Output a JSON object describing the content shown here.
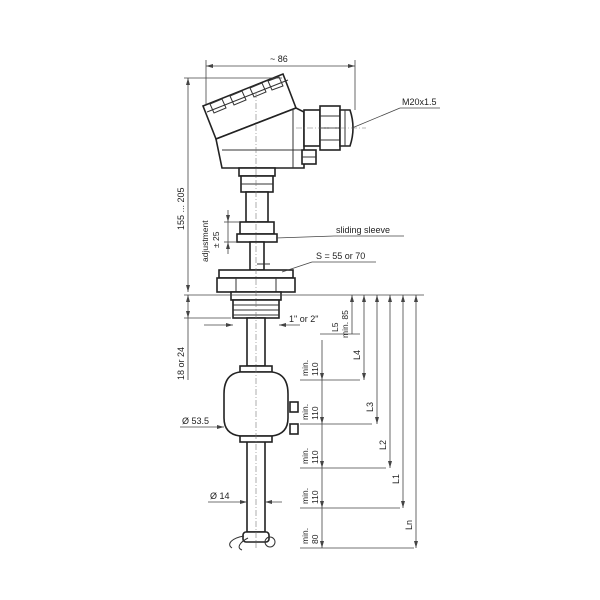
{
  "labels": {
    "width_86": "~ 86",
    "cable_gland": "M20x1.5",
    "height_total": "155 ... 205",
    "adjustment_word": "adjustment",
    "adjustment_value": "± 25",
    "sliding_sleeve": "sliding sleeve",
    "wrench_size": "S = 55 or 70",
    "thread": "1\" or 2\"",
    "thread_length": "18 or 24",
    "l5_name": "L5",
    "l5_min": "min. 85",
    "min_word": "min.",
    "min_110": "110",
    "min_80": "80",
    "float_diameter": "Ø 53.5",
    "tube_diameter": "Ø 14",
    "l4": "L4",
    "l3": "L3",
    "l2": "L2",
    "l1": "L1",
    "ln": "Ln"
  }
}
